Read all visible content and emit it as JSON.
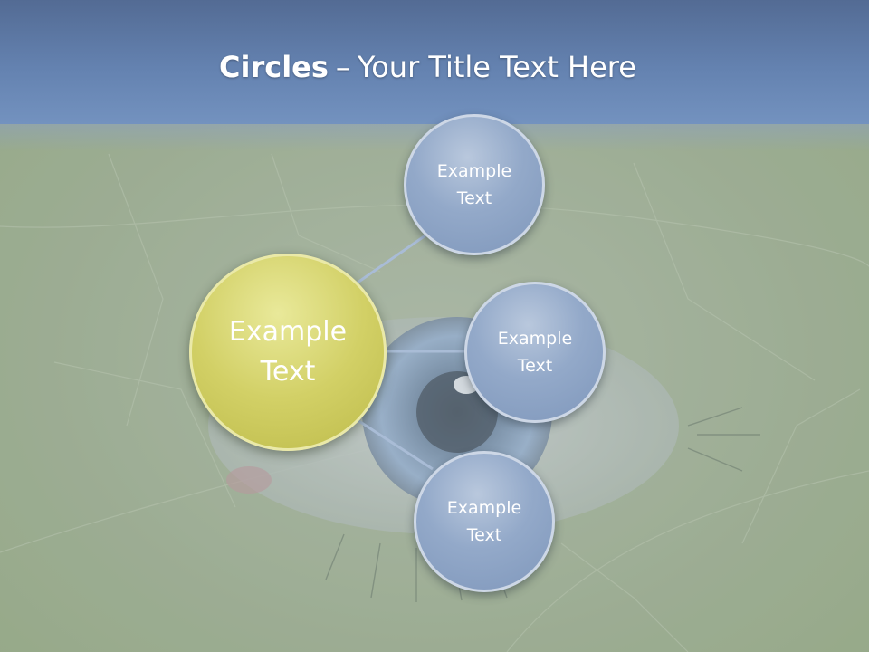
{
  "slide": {
    "title_bold": "Circles",
    "title_separator": "–",
    "title_rest": "Your Title Text Here"
  },
  "diagram": {
    "center": {
      "line1": "Example",
      "line2": "Text"
    },
    "nodes": [
      {
        "line1": "Example",
        "line2": "Text"
      },
      {
        "line1": "Example",
        "line2": "Text"
      },
      {
        "line1": "Example",
        "line2": "Text"
      }
    ]
  },
  "colors": {
    "header": "#6482b0",
    "center_circle": "#d2d066",
    "node_circle": "#93a9c9",
    "connector": "#a9bcd6"
  }
}
